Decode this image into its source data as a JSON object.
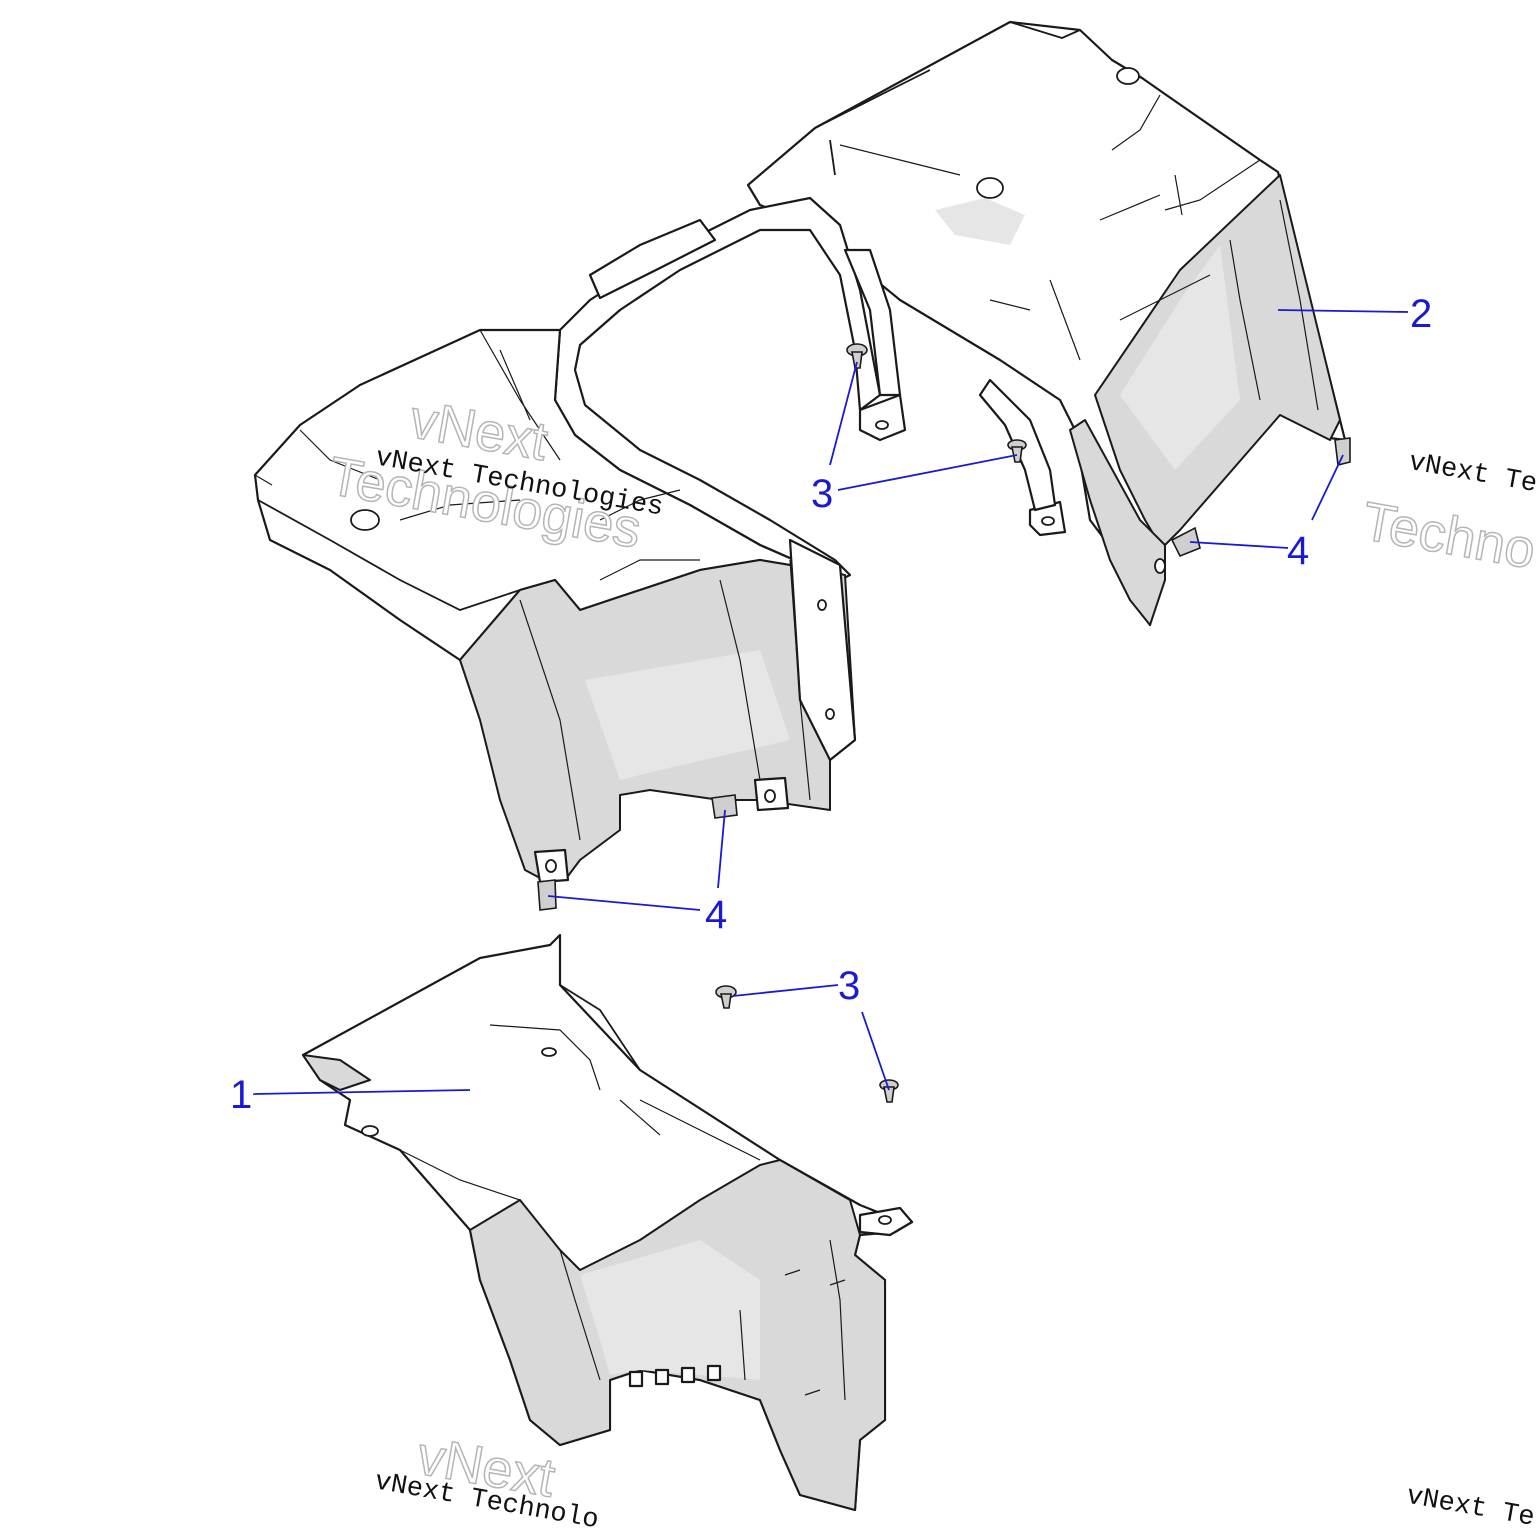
{
  "callouts": {
    "c1": "1",
    "c2": "2",
    "c3a": "3",
    "c3b": "3",
    "c4a": "4",
    "c4b": "4"
  },
  "watermark": {
    "text": "vNext Technologies",
    "outline_line1": "vNext",
    "outline_line2": "Technologies",
    "partial_right": "vNext Te",
    "partial_right_outline": "Techno",
    "bottom_partial": "vNext Technolo",
    "bottom_right_partial": "vNext Te"
  },
  "colors": {
    "callout": "#1a1ad4",
    "part_shade": "#d9d9d9"
  }
}
